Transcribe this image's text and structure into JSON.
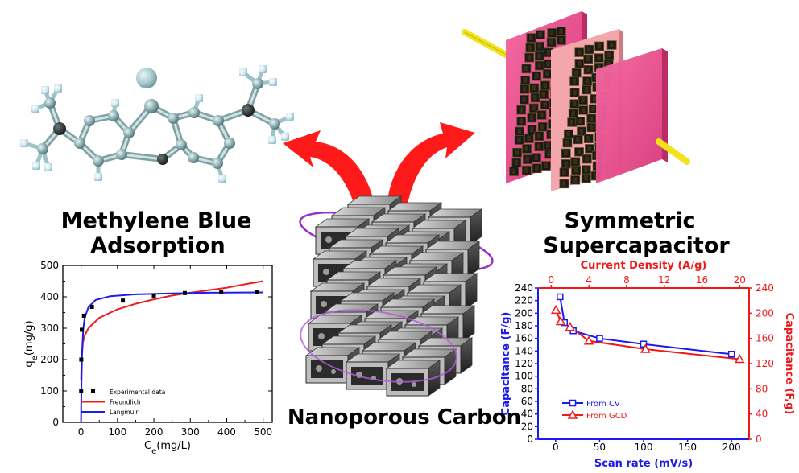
{
  "titles": {
    "methylene_line1": "Methylene Blue",
    "methylene_line2": "Adsorption",
    "super_line1": "Symmetric",
    "super_line2": "Supercapacitor",
    "carbon": "Nanoporous Carbon"
  },
  "colors": {
    "arrow": "#ff1a1a",
    "plate": "#ee4f8f",
    "plate_light": "#f3a3a8",
    "wire": "#f2e21a",
    "atom_carbon": "#8fb1b3",
    "atom_hydrogen": "#cfe9ee",
    "atom_dark": "#2b3335",
    "frame_dark": "#262626",
    "frame_light": "#bcbcbc",
    "ring": "#9b30c8"
  },
  "chart_data": [
    {
      "type": "scatter",
      "xlabel": "C_e(mg/L)",
      "ylabel": "q_e(mg/g)",
      "xlim": [
        -50,
        525
      ],
      "ylim": [
        0,
        500
      ],
      "xticks": [
        "0",
        "100",
        "200",
        "300",
        "400",
        "500"
      ],
      "yticks": [
        "0",
        "100",
        "200",
        "300",
        "400",
        "500"
      ],
      "legend_position": "bottom-left",
      "series": [
        {
          "name": "Experimental data",
          "kind": "points",
          "color": "#000000",
          "x": [
            0.3,
            0.6,
            2,
            8,
            30,
            115,
            200,
            285,
            385,
            482
          ],
          "y": [
            100,
            200,
            295,
            340,
            368,
            388,
            404,
            412,
            415,
            415
          ]
        },
        {
          "name": "Freundlich",
          "kind": "line",
          "color": "#ee1c1c",
          "x": [
            0.2,
            1,
            5,
            10,
            20,
            50,
            100,
            150,
            200,
            250,
            300,
            350,
            400,
            450,
            500
          ],
          "y": [
            136,
            190,
            255,
            277,
            300,
            333,
            360,
            378,
            392,
            404,
            413,
            421,
            429,
            440,
            450
          ]
        },
        {
          "name": "Langmuir",
          "kind": "line",
          "color": "#1c1cee",
          "x": [
            0,
            1,
            3,
            6,
            10,
            20,
            40,
            80,
            150,
            250,
            350,
            500
          ],
          "y": [
            0,
            123,
            230,
            295,
            333,
            367,
            390,
            402,
            408,
            411,
            413,
            414
          ]
        }
      ]
    },
    {
      "type": "line",
      "xlabel": "Scan rate (mV/s)",
      "ylabel": "Capacitance (F/g)",
      "x2label": "Current Density (A/g)",
      "y2label": "Capacitance (F,g)",
      "xlim": [
        -20,
        220
      ],
      "ylim": [
        0,
        240
      ],
      "x2lim": [
        -1.4,
        21
      ],
      "y2lim": [
        0,
        240
      ],
      "xticks": [
        "0",
        "50",
        "100",
        "150",
        "200"
      ],
      "yticks": [
        "0",
        "20",
        "40",
        "60",
        "80",
        "100",
        "120",
        "140",
        "160",
        "180",
        "200",
        "220",
        "240"
      ],
      "x2ticks": [
        "0",
        "4",
        "8",
        "12",
        "16",
        "20"
      ],
      "y2ticks": [
        "0",
        "40",
        "80",
        "120",
        "160",
        "200",
        "240"
      ],
      "legend_position": "bottom-left",
      "series": [
        {
          "name": "From CV",
          "axis": "bottom-left",
          "color": "#1a1aee",
          "marker": "square",
          "x": [
            5,
            10,
            20,
            50,
            100,
            200
          ],
          "y": [
            226,
            185,
            172,
            160,
            151,
            135
          ]
        },
        {
          "name": "From GCD",
          "axis": "top-right",
          "color": "#ee1a1a",
          "marker": "triangle",
          "x": [
            0.5,
            1,
            2,
            4,
            10,
            20
          ],
          "y": [
            205,
            187,
            178,
            156,
            143,
            127
          ]
        }
      ]
    }
  ]
}
